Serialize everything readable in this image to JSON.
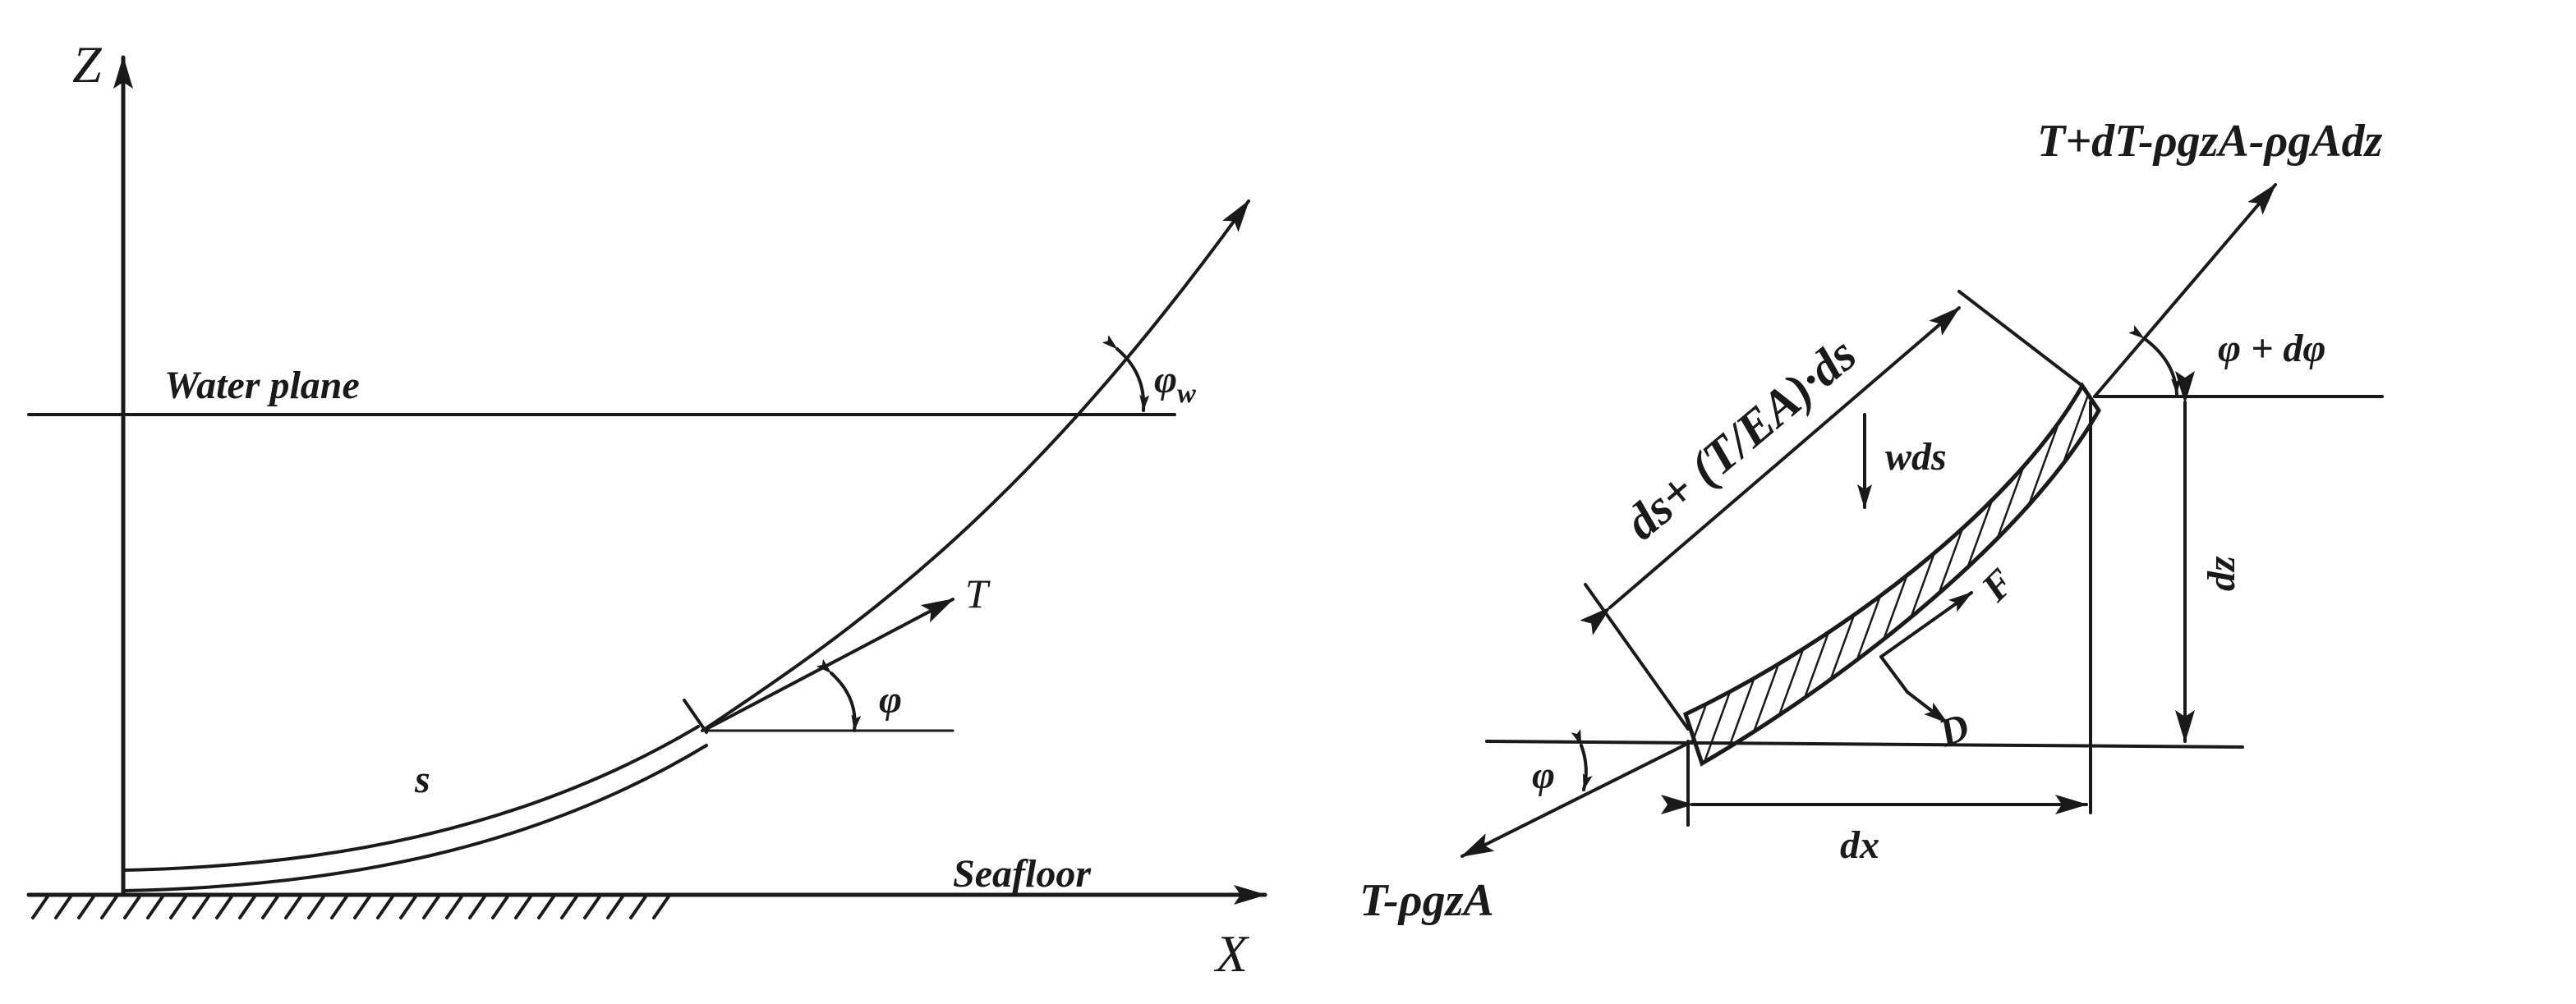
{
  "left_diagram": {
    "axis_z_label": "Z",
    "axis_x_label": "X",
    "water_plane_label": "Water plane",
    "seafloor_label": "Seafloor",
    "arc_length_label": "s",
    "tension_label": "T",
    "angle_label": "φ",
    "water_angle_label": "φ",
    "water_angle_subscript": "w"
  },
  "right_diagram": {
    "top_force_label": "T+dT-ρgzA-ρgAdz",
    "bottom_force_label": "T-ρgzA",
    "stretched_length_label": "ds+ (T/EA)·ds",
    "weight_label": "wds",
    "tangential_force_label": "F",
    "drag_force_label": "D",
    "dz_label": "dz",
    "dx_label": "dx",
    "top_angle_label": "φ + dφ",
    "bottom_angle_label": "φ"
  },
  "colors": {
    "ink": "#1a1a1a",
    "background": "#ffffff"
  }
}
